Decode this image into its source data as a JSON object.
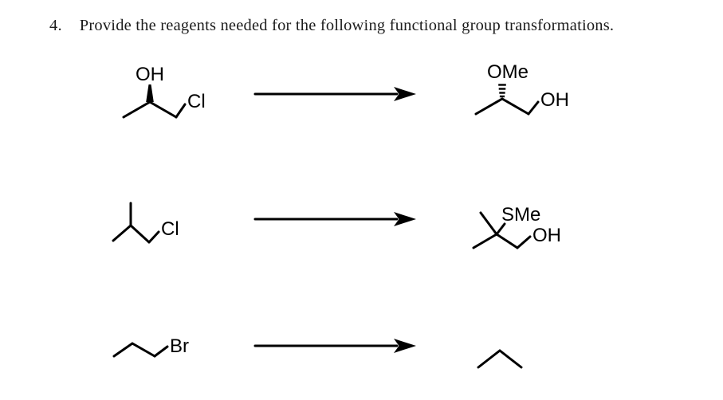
{
  "question": {
    "number": "4.",
    "text": "Provide the reagents needed for the following functional group transformations."
  },
  "reactions": [
    {
      "reagents_above_arrow": "",
      "reactant": {
        "molecule": "1-chloro-2-propanol (stereocenter, bold-wedge OH)",
        "labels": {
          "hydroxyl": "OH",
          "chloride": "Cl"
        }
      },
      "product": {
        "molecule": "2-methoxy-1-propanol (stereocenter, hashed OMe)",
        "labels": {
          "methoxy": "OMe",
          "hydroxyl": "OH"
        }
      }
    },
    {
      "reagents_above_arrow": "",
      "reactant": {
        "molecule": "isobutyl chloride (1-chloro-2-methylpropane)",
        "labels": {
          "chloride": "Cl"
        }
      },
      "product": {
        "molecule": "2-methyl-2-(methylthio)-1-propanol",
        "labels": {
          "thiomethyl": "SMe",
          "hydroxyl": "OH"
        }
      }
    },
    {
      "reagents_above_arrow": "",
      "reactant": {
        "molecule": "1-bromopropane",
        "labels": {
          "bromide": "Br"
        }
      },
      "product": {
        "molecule": "propane",
        "labels": {}
      }
    }
  ],
  "colors": {
    "ink": "#000000",
    "text": "#1c1c1c",
    "background": "#ffffff"
  }
}
